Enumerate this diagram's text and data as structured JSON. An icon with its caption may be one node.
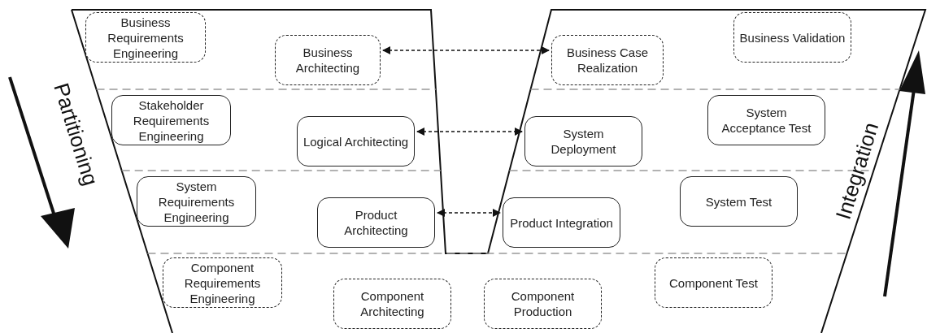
{
  "diagram": {
    "nodes": [
      {
        "text": [
          "Business Requirements Engineering"
        ]
      },
      {
        "text": [
          "Business Architecting"
        ]
      },
      {
        "text": [
          "Business Case Realization"
        ]
      },
      {
        "text": [
          "Business Validation"
        ]
      },
      {
        "text": [
          "Stakeholder Requirements Engineering"
        ]
      },
      {
        "text": [
          "Logical Architecting"
        ]
      },
      {
        "text": [
          "System Deployment"
        ]
      },
      {
        "text": [
          "System Acceptance Test"
        ]
      },
      {
        "text": [
          "System Requirements Engineering"
        ]
      },
      {
        "text": [
          "Product Architecting"
        ]
      },
      {
        "text": [
          "Product Integration"
        ]
      },
      {
        "text": [
          "System Test"
        ]
      },
      {
        "text": [
          "Component Requirements Engineering"
        ]
      },
      {
        "text": [
          "Component Architecting"
        ]
      },
      {
        "text": [
          "Component Production"
        ]
      },
      {
        "text": [
          "Component Test"
        ]
      }
    ],
    "edges": [
      {
        "from": 1,
        "to": 2,
        "arrow": "both",
        "style": "dashed"
      },
      {
        "from": 5,
        "to": 6,
        "arrow": "both",
        "style": "dashed"
      },
      {
        "from": 9,
        "to": 10,
        "arrow": "both",
        "style": "dashed"
      }
    ],
    "labels": [
      "Partitioning",
      "Integration"
    ]
  }
}
